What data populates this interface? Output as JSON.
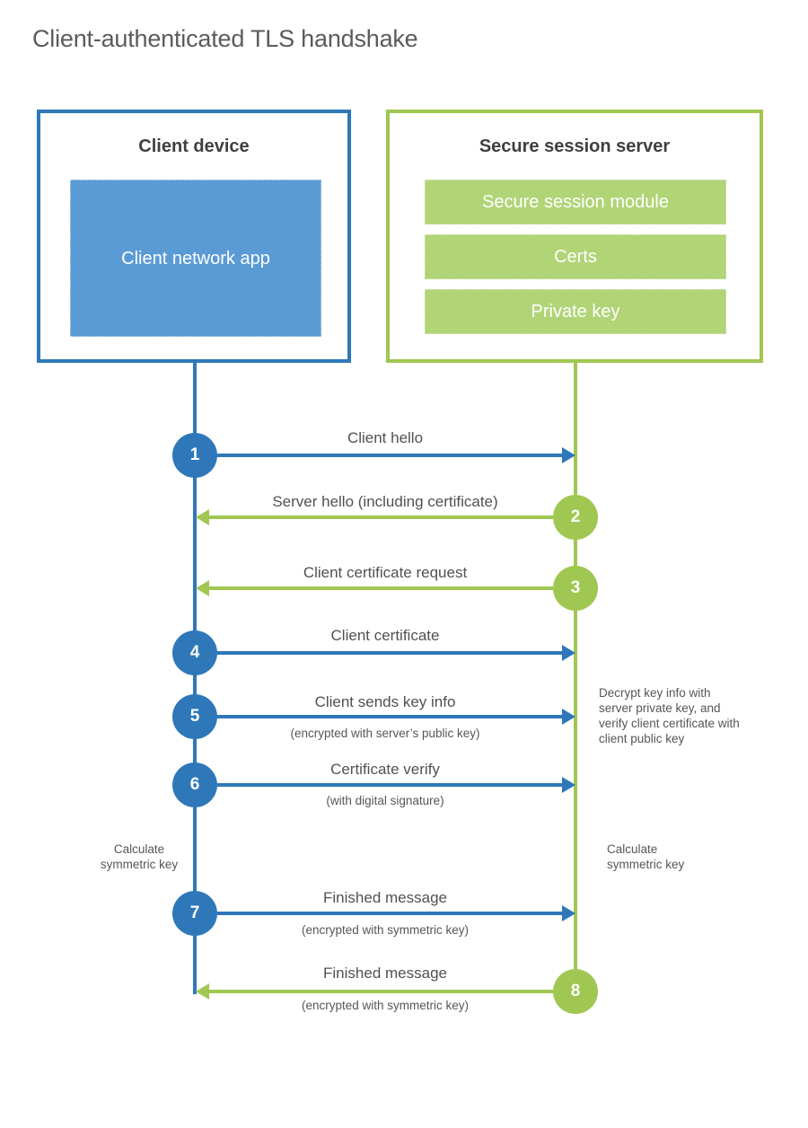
{
  "title": "Client-authenticated TLS handshake",
  "client_box": {
    "title": "Client device",
    "app_label": "Client network app"
  },
  "server_box": {
    "title": "Secure session server",
    "modules": [
      "Secure session module",
      "Certs",
      "Private key"
    ]
  },
  "steps": [
    {
      "number": "1",
      "label": "Client hello",
      "direction": "right"
    },
    {
      "number": "2",
      "label": "Server hello (including certificate)",
      "direction": "left"
    },
    {
      "number": "3",
      "label": "Client certificate request",
      "direction": "left"
    },
    {
      "number": "4",
      "label": "Client certificate",
      "direction": "right"
    },
    {
      "number": "5",
      "label": "Client sends key info",
      "sublabel": "(encrypted with server’s public key)",
      "direction": "right"
    },
    {
      "number": "6",
      "label": "Certificate verify",
      "sublabel": "(with digital signature)",
      "direction": "right"
    },
    {
      "number": "7",
      "label": "Finished message",
      "sublabel": "(encrypted with symmetric key)",
      "direction": "right"
    },
    {
      "number": "8",
      "label": "Finished message",
      "sublabel": "(encrypted with symmetric key)",
      "direction": "left"
    }
  ],
  "notes": {
    "decrypt": "Decrypt key info with server private key, and verify client certificate with client public key",
    "calc_left": "Calculate symmetric key",
    "calc_right": "Calculate symmetric key"
  },
  "colors": {
    "blue": "#2e78b9",
    "light_blue": "#5b9bd5",
    "green": "#a0c751",
    "light_green": "#b1d477",
    "text_gray": "#55565a"
  }
}
